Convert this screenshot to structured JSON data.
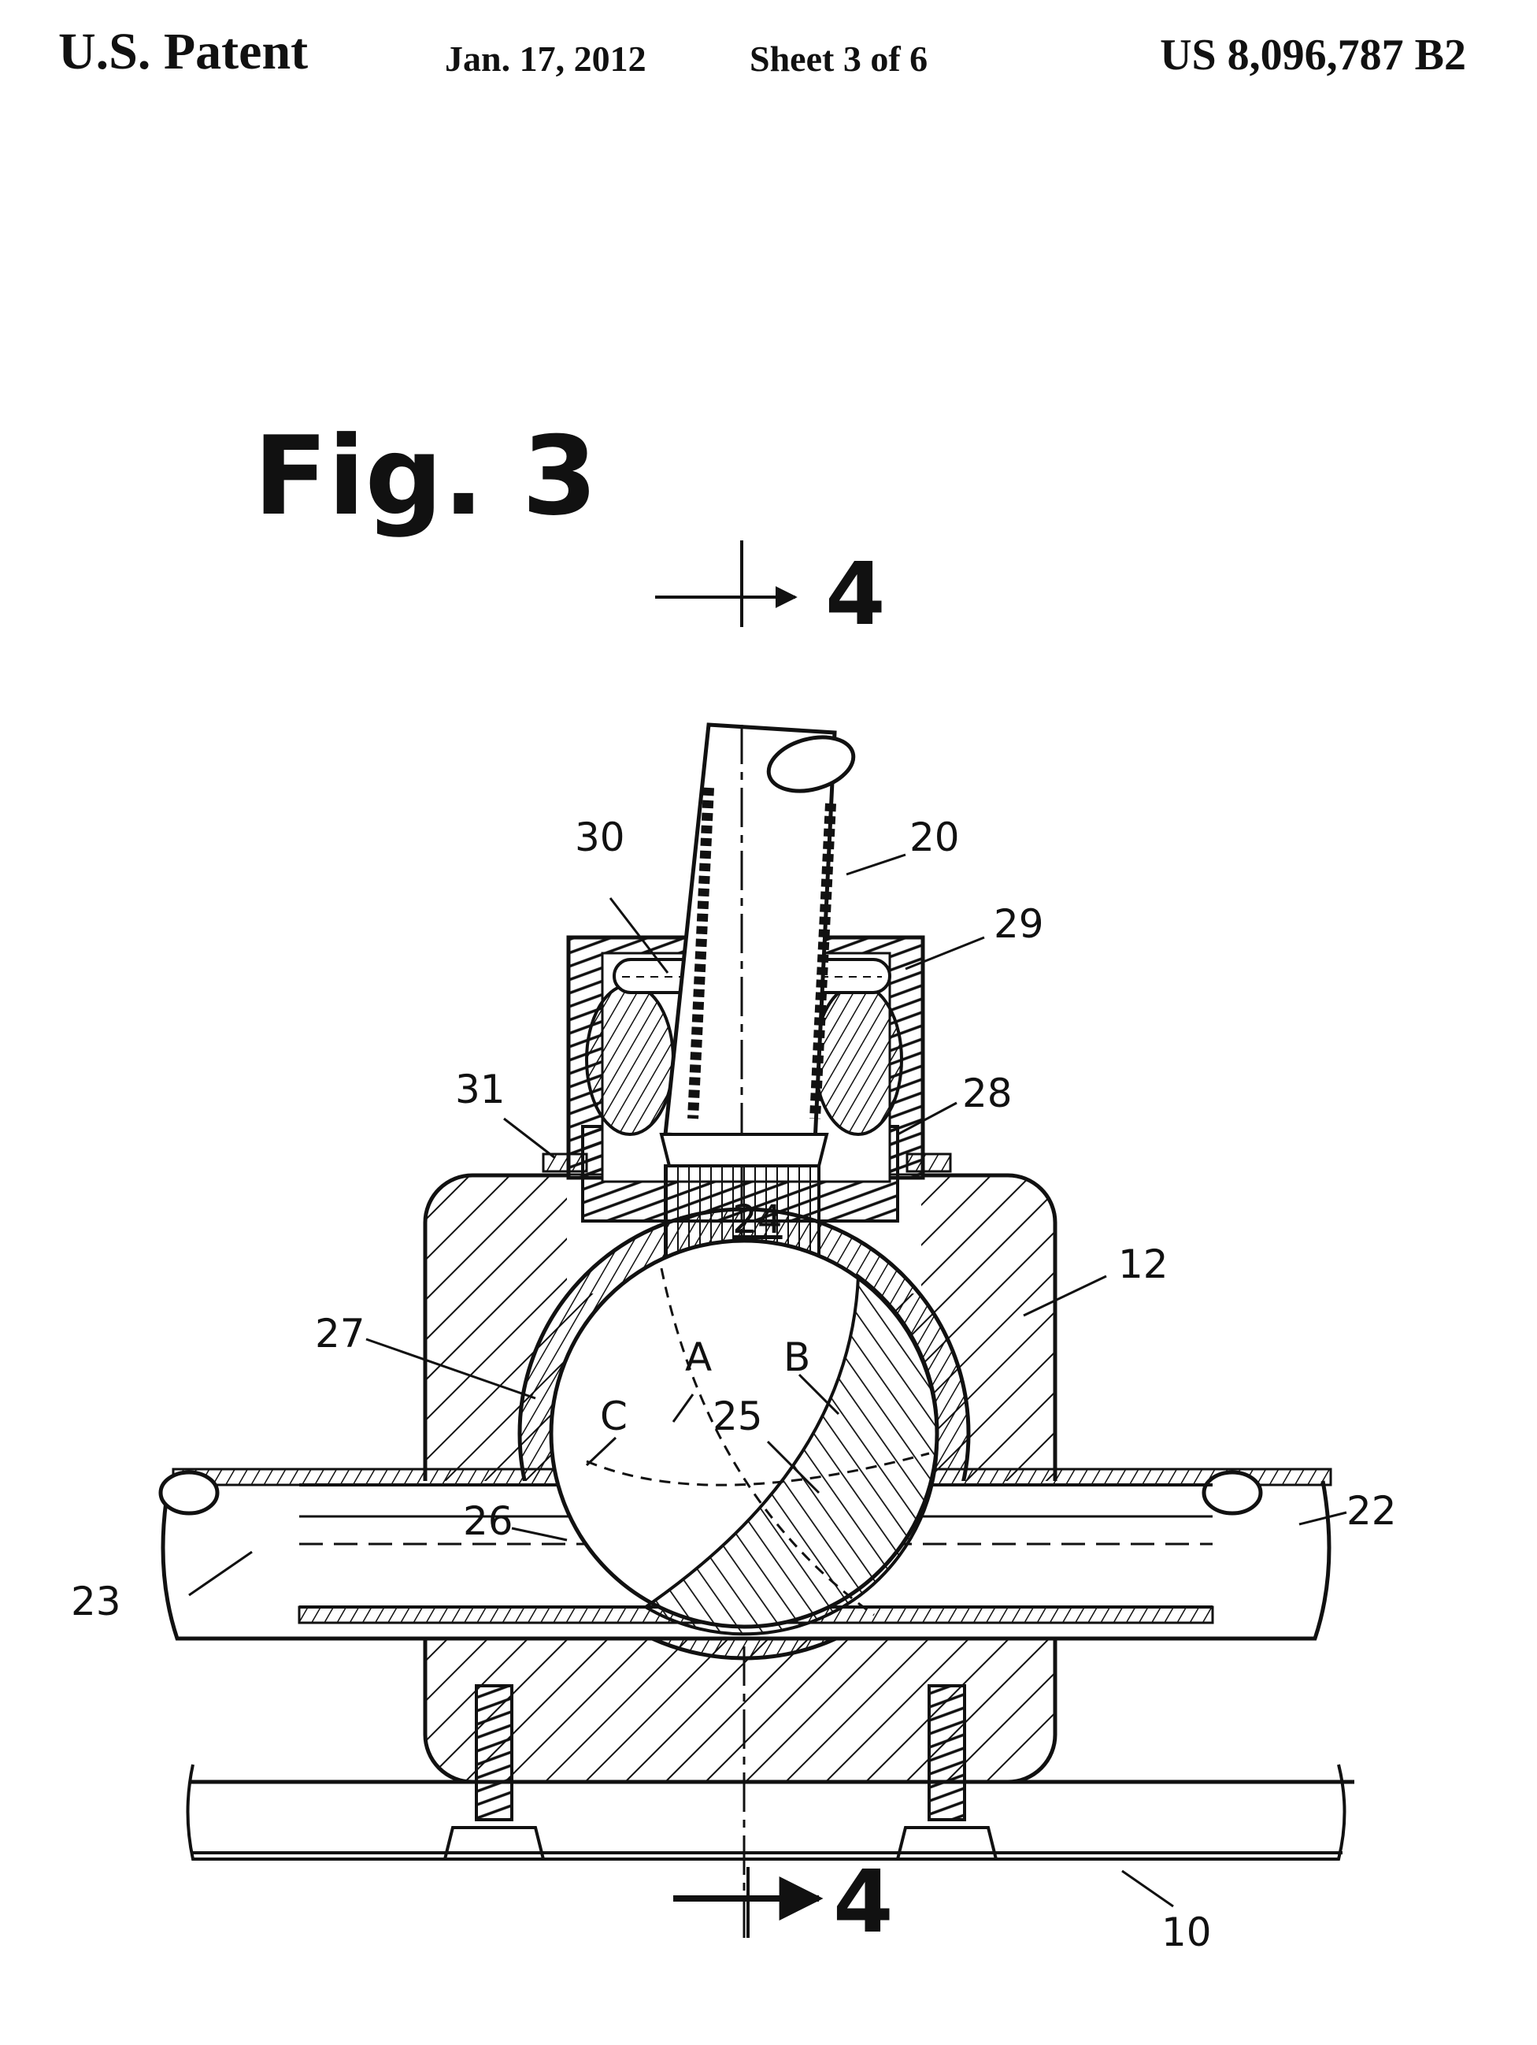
{
  "header": {
    "left": "U.S. Patent",
    "date": "Jan. 17, 2012",
    "sheet": "Sheet 3 of 6",
    "number": "US 8,096,787 B2"
  },
  "figure": {
    "title": "Fig. 3",
    "section_mark": "4"
  },
  "labels": {
    "l10": "10",
    "l12": "12",
    "l20": "20",
    "l22": "22",
    "l23": "23",
    "l24": "24",
    "l25": "25",
    "l26": "26",
    "l27": "27",
    "l28": "28",
    "l29": "29",
    "l30": "30",
    "l31": "31",
    "lA": "A",
    "lB": "B",
    "lC": "C"
  }
}
